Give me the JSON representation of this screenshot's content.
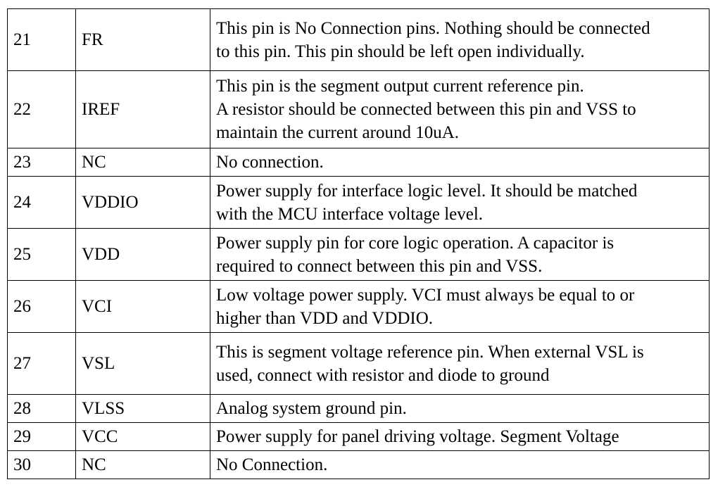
{
  "rows": [
    {
      "num": "21",
      "name": "FR",
      "desc": [
        "This pin is No Connection pins. Nothing should be connected",
        "to this pin. This pin should be left open individually."
      ]
    },
    {
      "num": "22",
      "name": "IREF",
      "desc": [
        "This pin is the segment output current reference pin.",
        "A resistor should be connected between this pin and VSS to",
        "maintain the current around 10uA."
      ]
    },
    {
      "num": "23",
      "name": "NC",
      "desc": [
        "No connection."
      ]
    },
    {
      "num": "24",
      "name": "VDDIO",
      "desc": [
        "Power supply for interface logic level. It should be matched",
        "with the MCU interface voltage level."
      ]
    },
    {
      "num": "25",
      "name": "VDD",
      "desc": [
        "Power supply pin for core logic operation. A capacitor is",
        "required to connect between this pin and VSS."
      ]
    },
    {
      "num": "26",
      "name": "VCI",
      "desc": [
        "Low voltage power supply. VCI must always be equal to or",
        "higher than VDD and VDDIO."
      ]
    },
    {
      "num": "27",
      "name": "VSL",
      "desc": [
        "This is segment voltage reference pin. When external VSL is",
        "used, connect with resistor and diode to ground"
      ]
    },
    {
      "num": "28",
      "name": "VLSS",
      "desc": [
        "Analog system ground pin."
      ]
    },
    {
      "num": "29",
      "name": "VCC",
      "desc": [
        "Power supply for panel driving voltage. Segment Voltage"
      ]
    },
    {
      "num": "30",
      "name": "NC",
      "desc": [
        "No Connection."
      ]
    }
  ]
}
